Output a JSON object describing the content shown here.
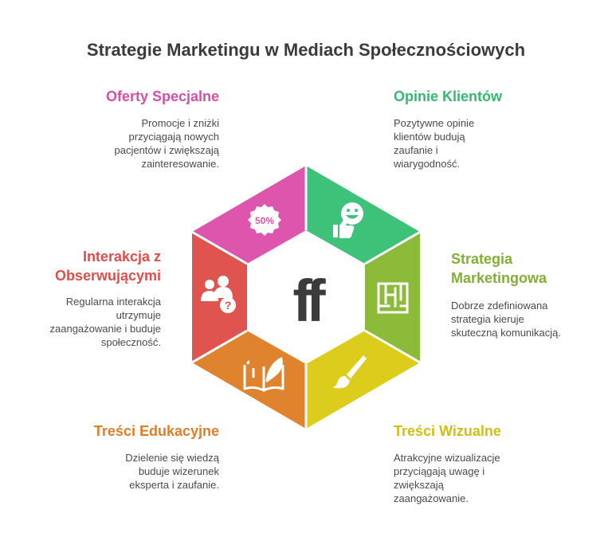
{
  "title": "Strategie Marketingu w Mediach Społecznościowych",
  "center_logo": "ff",
  "segments": {
    "oferty": {
      "title": "Oferty Specjalne",
      "desc": [
        "Promocje i zniżki",
        "przyciągają nowych",
        "pacjentów i zwiększają",
        "zainteresowanie."
      ],
      "color": "#dd55ad",
      "icon": "fifty-percent-icon",
      "icon_text": "50%"
    },
    "opinie": {
      "title": "Opinie Klientów",
      "desc": [
        "Pozytywne opinie",
        "klientów budują",
        "zaufanie i",
        "wiarygodność."
      ],
      "color": "#3ec27a",
      "icon": "thumbs-up-smiley-icon"
    },
    "strategia": {
      "title": [
        "Strategia",
        "Marketingowa"
      ],
      "desc": [
        "Dobrze zdefiniowana",
        "strategia kieruje",
        "skuteczną komunikacją."
      ],
      "color": "#8bbb39",
      "icon": "maze-icon"
    },
    "wizualne": {
      "title": "Treści Wizualne",
      "desc": [
        "Atrakcyjne wizualizacje",
        "przyciągają uwagę i",
        "zwiększają",
        "zaangażowanie."
      ],
      "color": "#dccd1c",
      "icon": "paintbrush-icon"
    },
    "edukacyjne": {
      "title": "Treści Edukacyjne",
      "desc": [
        "Dzielenie się wiedzą",
        "buduje wizerunek",
        "eksperta i zaufanie."
      ],
      "color": "#e0832f",
      "icon": "open-book-icon"
    },
    "interakcja": {
      "title": [
        "Interakcja z",
        "Obserwującymi"
      ],
      "desc": [
        "Regularna interakcja",
        "utrzymuje",
        "zaangażowanie i buduje",
        "społeczność."
      ],
      "color": "#e05450",
      "icon": "users-question-icon"
    }
  }
}
